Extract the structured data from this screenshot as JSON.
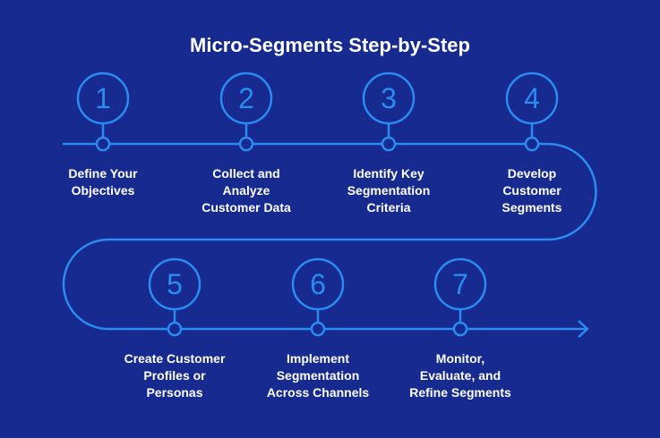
{
  "title": "Micro-Segments Step-by-Step",
  "colors": {
    "background": "#172a90",
    "accent": "#2a8cf0",
    "text": "#ffffff"
  },
  "steps": [
    {
      "number": "1",
      "lines": [
        "Define Your",
        "Objectives"
      ]
    },
    {
      "number": "2",
      "lines": [
        "Collect and",
        "Analyze",
        "Customer Data"
      ]
    },
    {
      "number": "3",
      "lines": [
        "Identify Key",
        "Segmentation",
        "Criteria"
      ]
    },
    {
      "number": "4",
      "lines": [
        "Develop",
        "Customer",
        "Segments"
      ]
    },
    {
      "number": "5",
      "lines": [
        "Create Customer",
        "Profiles or",
        "Personas"
      ]
    },
    {
      "number": "6",
      "lines": [
        "Implement",
        "Segmentation",
        "Across Channels"
      ]
    },
    {
      "number": "7",
      "lines": [
        "Monitor,",
        "Evaluate, and",
        "Refine Segments"
      ]
    }
  ]
}
